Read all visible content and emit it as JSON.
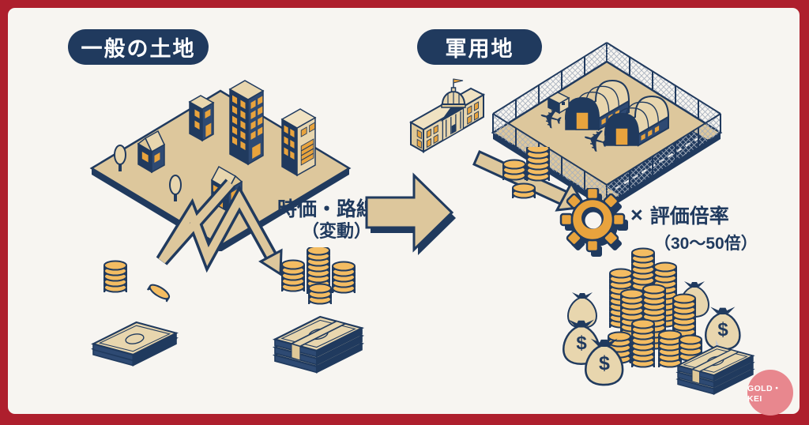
{
  "left_section": {
    "label": "一般の土地",
    "caption": {
      "line1": "時価・路線価",
      "line2": "（変動）"
    },
    "illustrations": [
      "city-block",
      "fluctuation-zigzag-arrow",
      "coin-stack",
      "banknote-stack",
      "coin-stacks",
      "banknote-bundle"
    ]
  },
  "right_section": {
    "label": "軍用地",
    "formula": {
      "multiply_symbol": "×",
      "title": "評価倍率",
      "range": "（30〜50倍）"
    },
    "illustrations": [
      "government-building",
      "military-base-with-fence",
      "hangars",
      "airplanes",
      "runway",
      "payment-arrow-with-coins",
      "gear",
      "money-pile",
      "money-bags",
      "banknote-bundle"
    ]
  },
  "transform_arrow": "left-to-right",
  "icons": {
    "airplane": "✈",
    "dollar": "$"
  },
  "footer": {
    "logo_text": "GOLD・KEI"
  },
  "colors": {
    "frame_red": "#ae1f2d",
    "background": "#f7f5f1",
    "navy": "#203a5e",
    "navy_light": "#2e4a73",
    "tan": "#ddc79c",
    "tan_light": "#e8d6ae",
    "orange": "#e8a33d",
    "orange_light": "#f3bc62",
    "logo_pink": "#e8878e"
  }
}
